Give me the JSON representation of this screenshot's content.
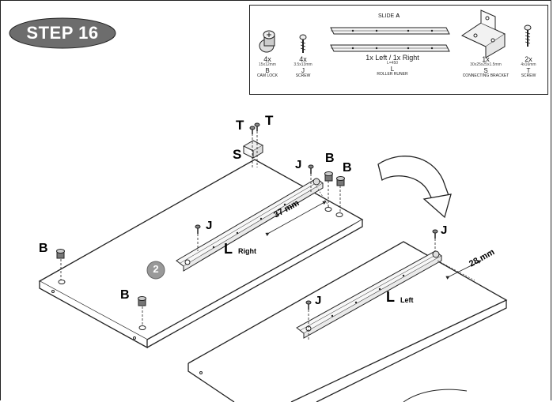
{
  "step": {
    "label": "STEP 16"
  },
  "parts": {
    "slide_title": "SLIDE",
    "slide_letter": "A",
    "items": [
      {
        "qty": "4x",
        "size": "15x12mm",
        "code": "B",
        "name": "CAM LOCK"
      },
      {
        "qty": "4x",
        "size": "3.5x13mm",
        "code": "J",
        "name": "SCREW"
      },
      {
        "qty": "1x Left / 1x Right",
        "size": "L=450",
        "code": "L",
        "name": "ROLLER RUNER"
      },
      {
        "qty": "1x",
        "size": "30x25x25x1.5mm",
        "code": "S",
        "name": "CONNECTING BRACKET"
      },
      {
        "qty": "2x",
        "size": "4x16mm",
        "code": "T",
        "name": "SCREW"
      }
    ]
  },
  "callouts": {
    "t1": "T",
    "t2": "T",
    "s": "S",
    "j_top": "J",
    "b_top1": "B",
    "b_top2": "B",
    "j_mid": "J",
    "l_right": "L",
    "right_word": "Right",
    "dim_37": "37 mm",
    "b_left": "B",
    "b_bottom": "B",
    "circle_num": "2",
    "j_right": "J",
    "dim_28": "28 mm",
    "j_left": "J",
    "l_left": "L",
    "left_word": "Left"
  }
}
